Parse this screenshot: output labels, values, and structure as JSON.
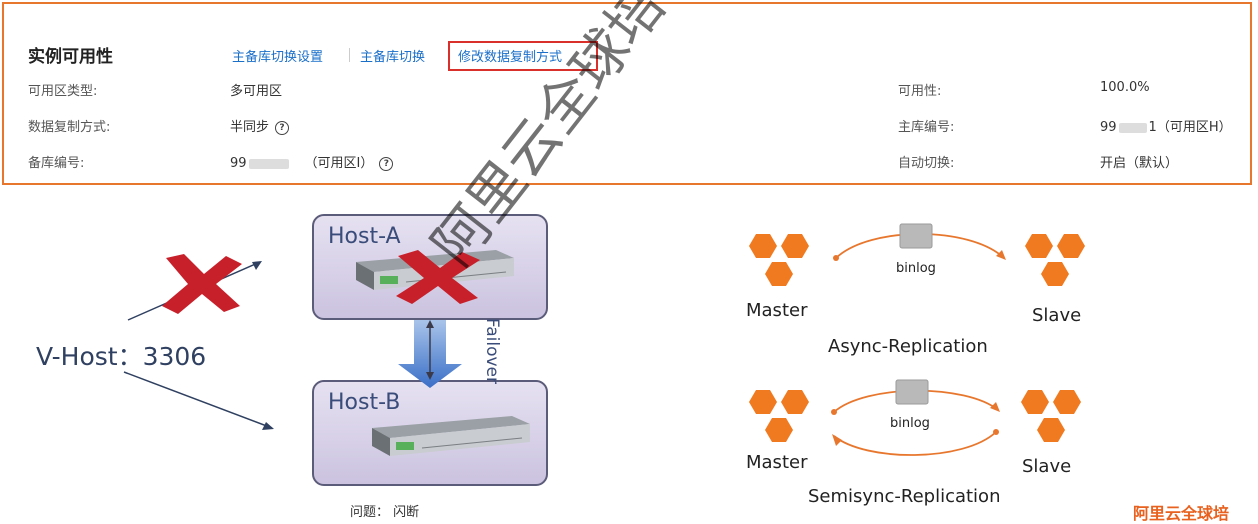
{
  "panel": {
    "title": "实例可用性",
    "links": {
      "switch_settings": "主备库切换设置",
      "switch": "主备库切换",
      "modify_replication": "修改数据复制方式"
    },
    "rows": {
      "zone_type": {
        "label": "可用区类型:",
        "value": "多可用区"
      },
      "replication_mode": {
        "label": "数据复制方式:",
        "value": "半同步"
      },
      "standby_id": {
        "label": "备库编号:",
        "prefix": "99",
        "suffix": "（可用区I）"
      },
      "availability": {
        "label": "可用性:",
        "value": "100.0%"
      },
      "primary_id": {
        "label": "主库编号:",
        "prefix": "99",
        "suffix": "1（可用区H）"
      },
      "auto_switch": {
        "label": "自动切换:",
        "value": "开启（默认）"
      }
    },
    "help_icon_glyph": "?"
  },
  "diagram": {
    "host_a": "Host-A",
    "host_b": "Host-B",
    "vhost": "V-Host：3306",
    "failover": "Failover",
    "issue": "问题： 闪断"
  },
  "replication": {
    "async": {
      "master": "Master",
      "slave": "Slave",
      "binlog": "binlog",
      "label": "Async-Replication"
    },
    "semisync": {
      "master": "Master",
      "slave": "Slave",
      "binlog": "binlog",
      "label": "Semisync-Replication"
    }
  },
  "watermark": "阿里云全球培训中心",
  "brand": "阿里云全球培",
  "colors": {
    "accent_orange": "#e8772e",
    "link_blue": "#1a6fc9",
    "highlight_red": "#d9302c",
    "cross_red": "#c8202a",
    "hex_orange": "#f07a1f",
    "brand_orange": "#e8611e"
  },
  "icons": {
    "help": "question-circle-icon",
    "cross": "red-x-icon",
    "server": "rack-server-icon",
    "node": "hexagon-cluster-icon",
    "binlog": "document-icon"
  }
}
